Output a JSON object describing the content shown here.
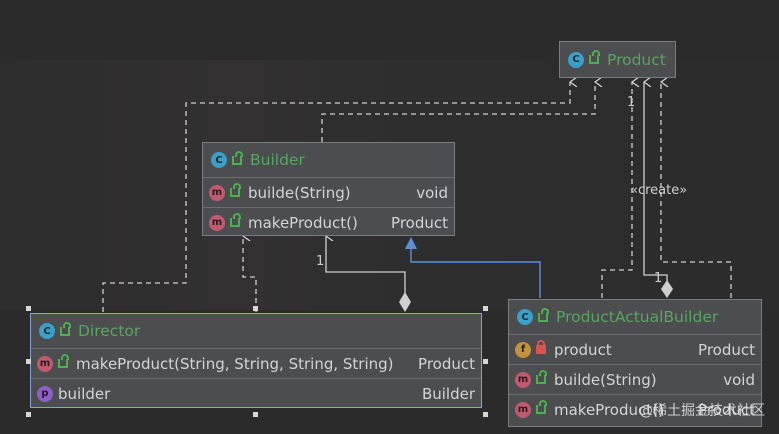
{
  "classes": {
    "product": {
      "name": "Product",
      "kind": "C"
    },
    "builder": {
      "name": "Builder",
      "kind": "C",
      "methods": [
        {
          "name": "builde(String)",
          "type": "void"
        },
        {
          "name": "makeProduct()",
          "type": "Product"
        }
      ]
    },
    "director": {
      "name": "Director",
      "kind": "C",
      "methods": [
        {
          "name": "makeProduct(String, String, String, String)",
          "type": "Product"
        }
      ],
      "properties": [
        {
          "name": "builder",
          "type": "Builder"
        }
      ]
    },
    "product_actual_builder": {
      "name": "ProductActualBuilder",
      "kind": "C",
      "fields": [
        {
          "name": "product",
          "type": "Product"
        }
      ],
      "methods": [
        {
          "name": "builde(String)",
          "type": "void"
        },
        {
          "name": "makeProduct()",
          "type": "Product"
        }
      ]
    }
  },
  "edge_labels": {
    "product_mult": "1",
    "create": "«create»",
    "builder_mult": "1",
    "pab_mult": "1"
  },
  "badges": {
    "class": "C",
    "method": "m",
    "field": "f",
    "property": "p"
  },
  "watermark": "@稀土掘金技术社区",
  "colors": {
    "background": "#2b2b2b",
    "node": "#4b4d4f",
    "class_name": "#5aa561",
    "realization": "#5b8fd8"
  }
}
